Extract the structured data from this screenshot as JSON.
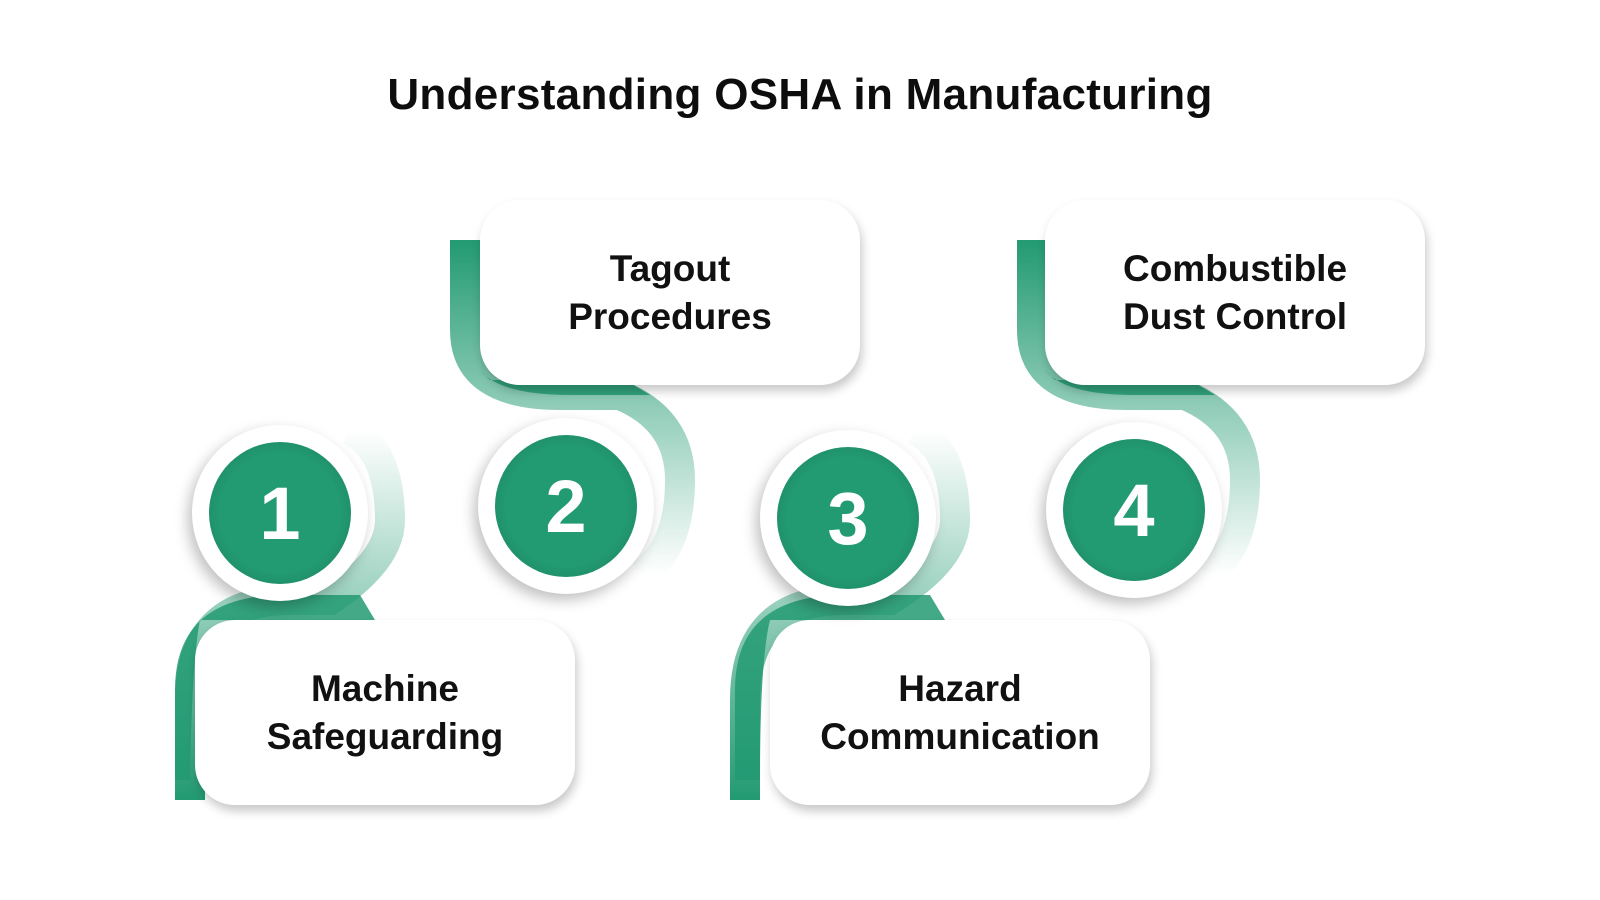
{
  "title": "Understanding OSHA in Manufacturing",
  "colors": {
    "accent": "#229a72",
    "accent_dark": "#1a7b5c"
  },
  "steps": [
    {
      "number": "1",
      "label": "Machine Safeguarding",
      "line1": "Machine",
      "line2": "Safeguarding"
    },
    {
      "number": "2",
      "label": "Tagout Procedures",
      "line1": "Tagout",
      "line2": "Procedures"
    },
    {
      "number": "3",
      "label": "Hazard Communication",
      "line1": "Hazard",
      "line2": "Communication"
    },
    {
      "number": "4",
      "label": "Combustible Dust Control",
      "line1": "Combustible",
      "line2": "Dust Control"
    }
  ]
}
